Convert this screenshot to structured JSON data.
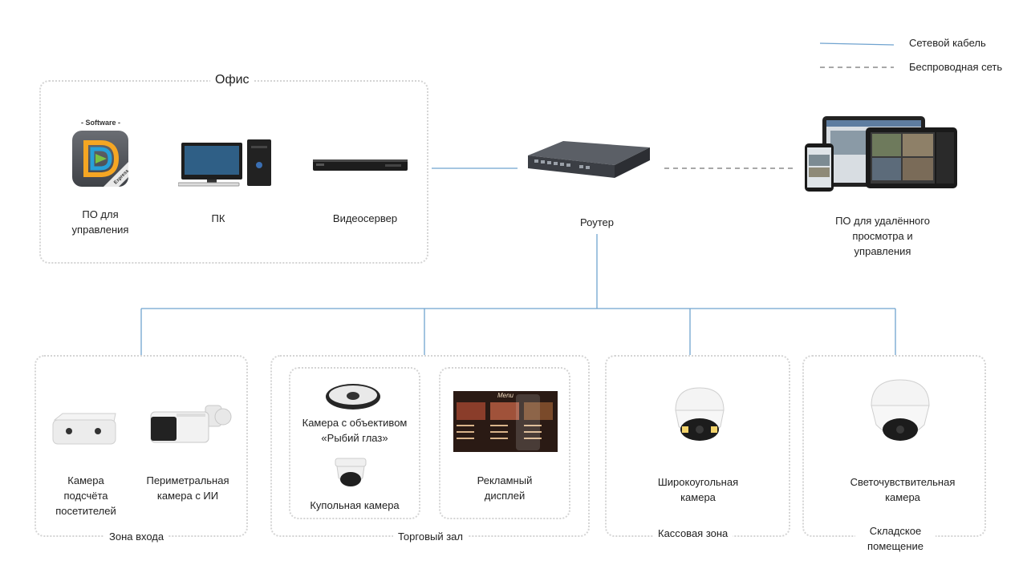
{
  "legend": {
    "cable": "Сетевой кабель",
    "wireless": "Беспроводная сеть"
  },
  "office": {
    "title": "Офис",
    "software_badge": "- Software -",
    "software_corner": "Express",
    "software_label_1": "ПО для",
    "software_label_2": "управления",
    "pc_label": "ПК",
    "nvr_label": "Видеосервер"
  },
  "router": {
    "label": "Роутер"
  },
  "remote": {
    "label_1": "ПО для удалённого",
    "label_2": "просмотра и",
    "label_3": "управления"
  },
  "entrance": {
    "title": "Зона входа",
    "counter_1": "Камера",
    "counter_2": "подсчёта",
    "counter_3": "посетителей",
    "perimeter_1": "Периметральная",
    "perimeter_2": "камера с ИИ"
  },
  "sales": {
    "title": "Торговый зал",
    "fisheye_1": "Камера с объективом",
    "fisheye_2": "«Рыбий глаз»",
    "dome": "Купольная камера",
    "display_1": "Рекламный",
    "display_2": "дисплей",
    "menu_title": "Menu"
  },
  "cashier": {
    "title": "Кассовая зона",
    "cam_1": "Широкоугольная",
    "cam_2": "камера"
  },
  "warehouse": {
    "title_1": "Складское",
    "title_2": "помещение",
    "cam_1": "Светочувствительная",
    "cam_2": "камера"
  },
  "colors": {
    "cable": "#6fa3cf",
    "wireless": "#a8a8a8",
    "border": "#d4d4d4"
  }
}
